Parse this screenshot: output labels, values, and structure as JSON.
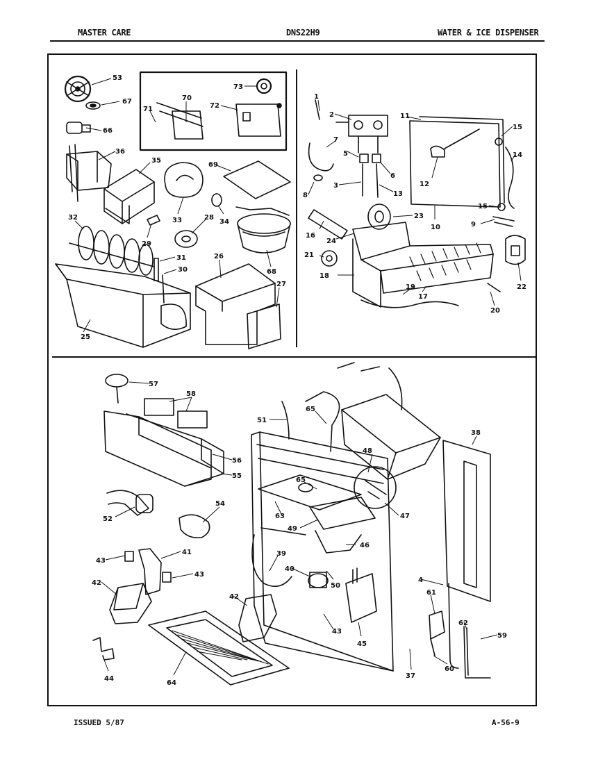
{
  "header": {
    "left": "MASTER CARE",
    "center": "DNS22H9",
    "right": "WATER & ICE DISPENSER"
  },
  "footer": {
    "issued": "ISSUED 5/87",
    "page_code": "A-56-9"
  },
  "callouts": {
    "c53": "53",
    "c67": "67",
    "c66": "66",
    "c36": "36",
    "c35": "35",
    "c70": "70",
    "c71": "71",
    "c72": "72",
    "c73": "73",
    "c69": "69",
    "c33": "33",
    "c28": "28",
    "c34": "34",
    "c32": "32",
    "c29": "29",
    "c31": "31",
    "c30": "30",
    "c26": "26",
    "c68": "68",
    "c25": "25",
    "c27": "27",
    "c1": "1",
    "c2": "2",
    "c11": "11",
    "c15a": "15",
    "c14": "14",
    "c7": "7",
    "c5": "5",
    "c6": "6",
    "c12": "12",
    "c8": "8",
    "c3": "3",
    "c13": "13",
    "c23": "23",
    "c15b": "15",
    "c16": "16",
    "c10": "10",
    "c9": "9",
    "c24": "24",
    "c21": "21",
    "c18": "18",
    "c22": "22",
    "c19": "19",
    "c17": "17",
    "c20": "20",
    "c57": "57",
    "c58": "58",
    "c51": "51",
    "c65a": "65",
    "c38": "38",
    "c56": "56",
    "c55": "55",
    "c48": "48",
    "c65b": "65",
    "c47": "47",
    "c52": "52",
    "c63": "63",
    "c54": "54",
    "c49": "49",
    "c46": "46",
    "c43a": "43",
    "c41": "41",
    "c39": "39",
    "c43b": "43",
    "c40": "40",
    "c50": "50",
    "c42a": "42",
    "c4": "4",
    "c61": "61",
    "c42b": "42",
    "c43c": "43",
    "c45": "45",
    "c62": "62",
    "c59": "59",
    "c44": "44",
    "c64": "64",
    "c60": "60",
    "c37": "37"
  }
}
